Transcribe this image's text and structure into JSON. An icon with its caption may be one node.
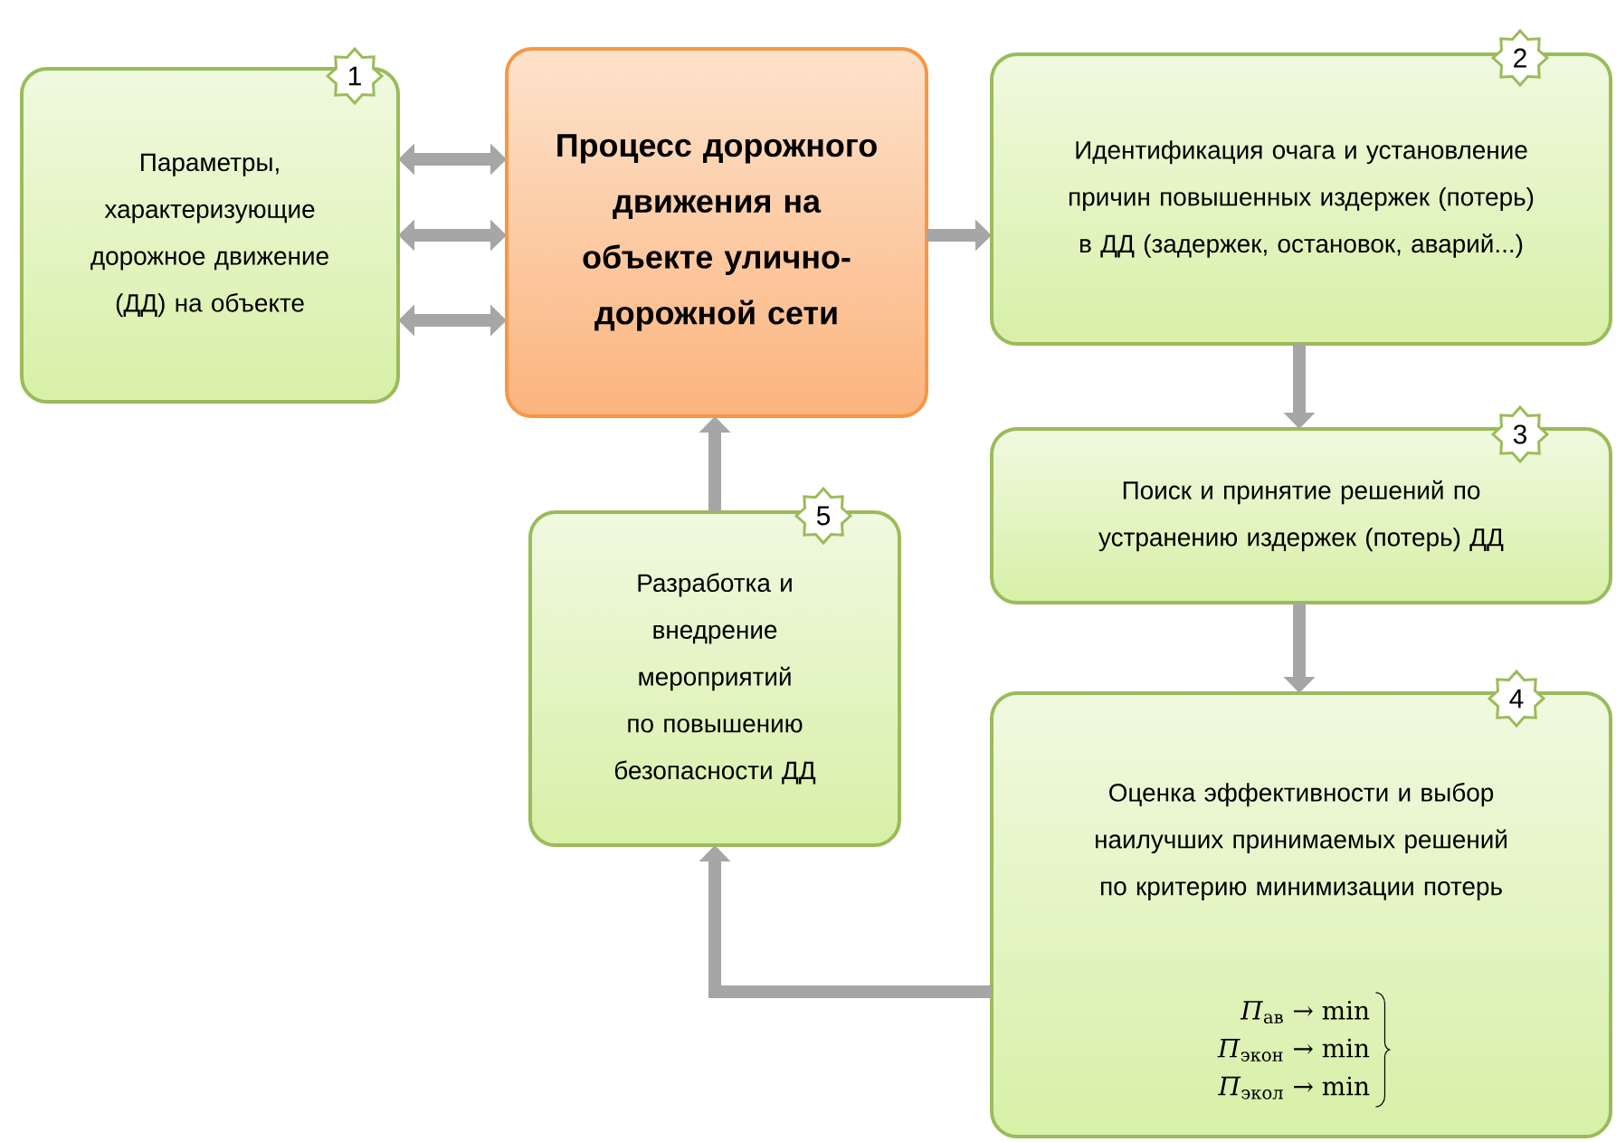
{
  "diagram": {
    "nodes": [
      {
        "text": [
          "1",
          "Параметры, характеризующие дорожное движение (ДД) на объекте"
        ]
      },
      {
        "text": [
          "Процесс дорожного движения на объекте улично-дорожной сети"
        ]
      },
      {
        "text": [
          "2",
          "Идентификация очага и установление причин повышенных издержек (потерь) в ДД (задержек, остановок, аварий...)"
        ]
      },
      {
        "text": [
          "3",
          "Поиск и принятие решений по устранению издержек (потерь) ДД"
        ]
      },
      {
        "text": [
          "4",
          "Оценка эффективности и выбор наилучших принимаемых решений по критерию минимизации потерь",
          "*П*$_{ав}$ → min",
          "*П*$_{экон}$ → min",
          "*П*$_{экол}$ → min"
        ]
      },
      {
        "text": [
          "5",
          "Разработка и внедрение мероприятий по повышению безопасности ДД"
        ]
      }
    ],
    "edges": [
      {
        "from": 0,
        "to": 1,
        "arrow": "both"
      },
      {
        "from": 0,
        "to": 1,
        "arrow": "both"
      },
      {
        "from": 0,
        "to": 1,
        "arrow": "both"
      },
      {
        "from": 1,
        "to": 2,
        "arrow": "to"
      },
      {
        "from": 2,
        "to": 3,
        "arrow": "to"
      },
      {
        "from": 3,
        "to": 4,
        "arrow": "to"
      },
      {
        "from": 4,
        "to": 5,
        "arrow": "to"
      },
      {
        "from": 5,
        "to": 1,
        "arrow": "to"
      }
    ]
  }
}
